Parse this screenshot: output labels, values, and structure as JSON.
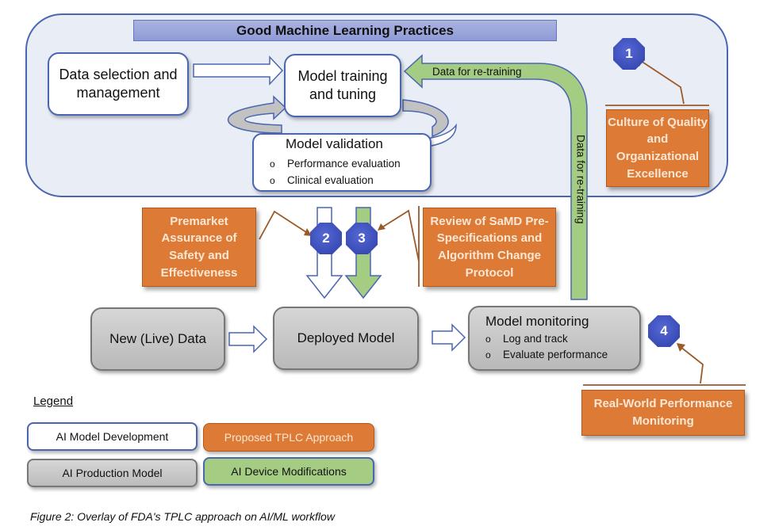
{
  "colors": {
    "panel_fill": "#e9edf6",
    "panel_border": "#4a66b0",
    "title_bar": "#98a4da",
    "orange": "#dd7a35",
    "green": "#a4cc82",
    "gray": "#c4c4c4",
    "badge_blue": "#3a4db8",
    "callout_line": "#9a5a2a"
  },
  "panel": {
    "title": "Good Machine Learning Practices"
  },
  "development": {
    "data_selection": "Data selection and management",
    "model_training": "Model training and tuning",
    "model_validation": {
      "title": "Model validation",
      "bullets": [
        "Performance evaluation",
        "Clinical evaluation"
      ]
    },
    "retraining_label_horizontal": "Data for re-training",
    "retraining_label_vertical": "Data for re-training"
  },
  "production": {
    "new_data": "New (Live) Data",
    "deployed_model": "Deployed Model",
    "monitoring": {
      "title": "Model monitoring",
      "bullets": [
        "Log and track",
        "Evaluate performance"
      ]
    }
  },
  "tplc": {
    "items": [
      {
        "number": "1",
        "label": "Culture of Quality and Organizational Excellence"
      },
      {
        "number": "2",
        "label": "Premarket Assurance of Safety and Effectiveness"
      },
      {
        "number": "3",
        "label": "Review of SaMD Pre-Specifications and Algorithm Change Protocol"
      },
      {
        "number": "4",
        "label": "Real-World Performance Monitoring"
      }
    ]
  },
  "bullet_glyph": "o",
  "legend": {
    "heading": "Legend",
    "items": [
      {
        "label": "AI Model Development"
      },
      {
        "label": "Proposed TPLC Approach"
      },
      {
        "label": "AI Production Model"
      },
      {
        "label": "AI Device Modifications"
      }
    ]
  },
  "caption": "Figure 2: Overlay of FDA's TPLC approach on AI/ML workflow"
}
